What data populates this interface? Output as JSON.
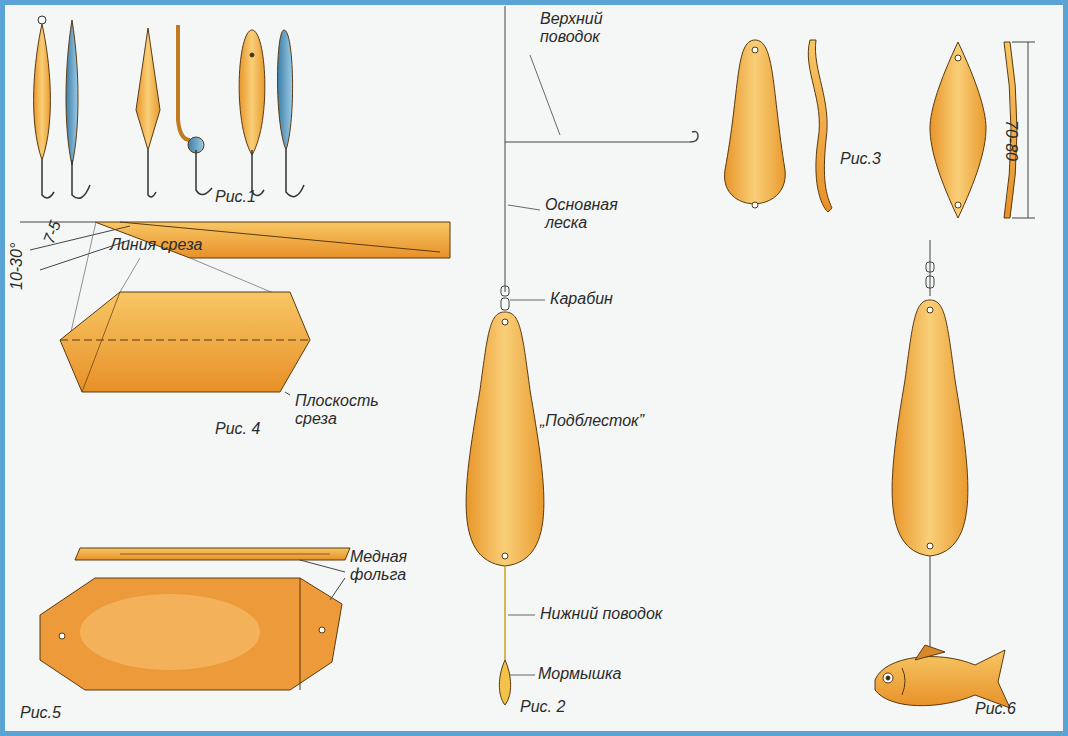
{
  "diagram": {
    "labels": [
      "Рис.1",
      "Линия среза",
      "7-5",
      "10-30°",
      "Плоскость среза",
      "Рис. 4",
      "Медная фольга",
      "Рис.5",
      "Верхний поводок",
      "Основная леска",
      "Карабин",
      "„Подблесток”",
      "Нижний поводок",
      "Мормышка",
      "Рис. 2",
      "Рис.3",
      "70-80",
      "Рис.6"
    ]
  }
}
